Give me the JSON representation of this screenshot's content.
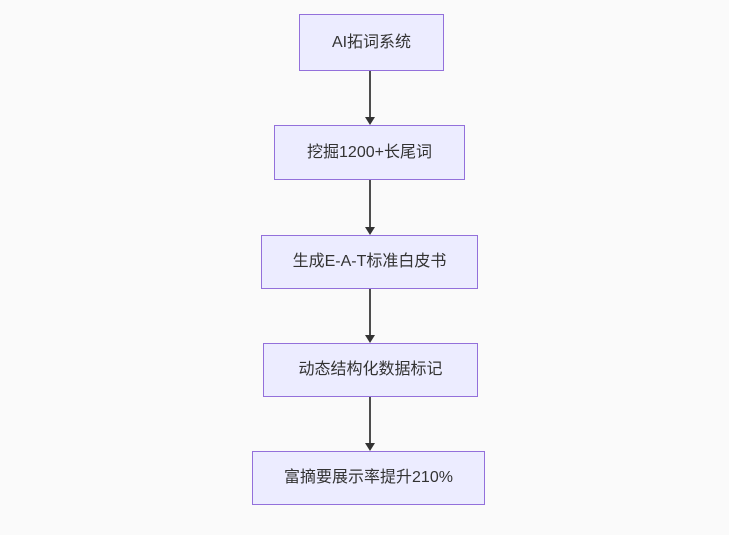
{
  "diagram": {
    "type": "flowchart",
    "direction": "top-down",
    "nodes": [
      {
        "id": "A",
        "label": "AI拓词系统"
      },
      {
        "id": "B",
        "label": "挖掘1200+长尾词"
      },
      {
        "id": "C",
        "label": "生成E-A-T标准白皮书"
      },
      {
        "id": "D",
        "label": "动态结构化数据标记"
      },
      {
        "id": "E",
        "label": "富摘要展示率提升210%"
      }
    ],
    "edges": [
      {
        "from": "A",
        "to": "B"
      },
      {
        "from": "B",
        "to": "C"
      },
      {
        "from": "C",
        "to": "D"
      },
      {
        "from": "D",
        "to": "E"
      }
    ],
    "colors": {
      "background": "#fafafa",
      "node_fill": "#ececff",
      "node_border": "#9370db",
      "text": "#333333",
      "arrow": "#4d4d4d"
    }
  }
}
